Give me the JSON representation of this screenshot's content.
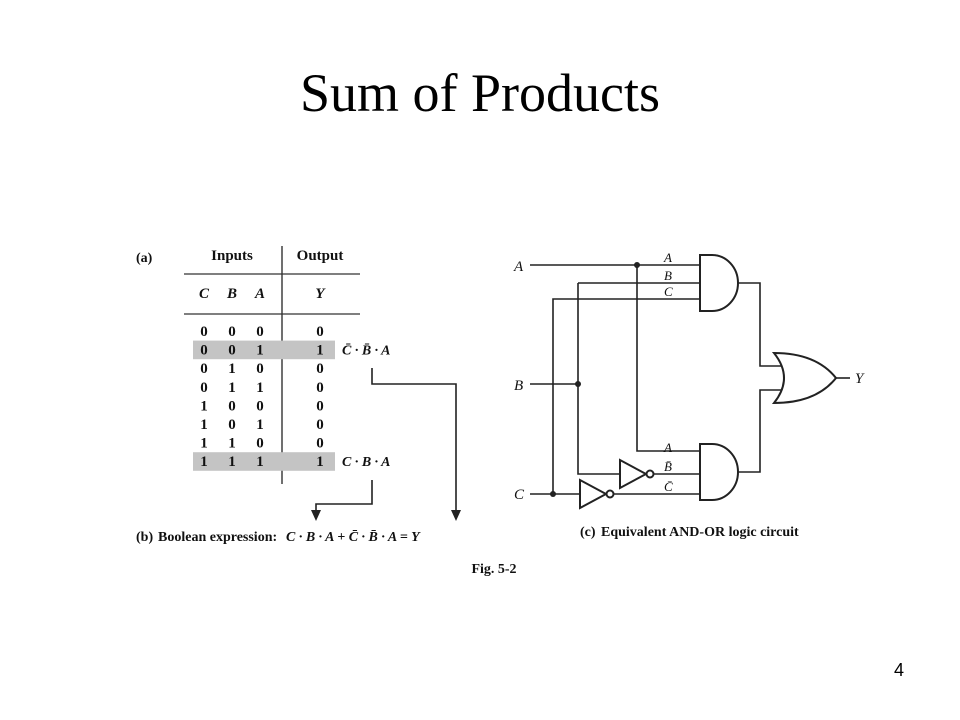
{
  "slide": {
    "title": "Sum of Products",
    "page_number": "4"
  },
  "figure": {
    "caption": "Fig. 5-2",
    "part_a_label": "(a)",
    "part_b_label": "(b)",
    "part_c_label": "(c)",
    "truth_table": {
      "group_headers": [
        "Inputs",
        "Output"
      ],
      "columns": [
        "C",
        "B",
        "A",
        "Y"
      ],
      "rows": [
        {
          "C": "0",
          "B": "0",
          "A": "0",
          "Y": "0",
          "highlighted": false,
          "term": ""
        },
        {
          "C": "0",
          "B": "0",
          "A": "1",
          "Y": "1",
          "highlighted": true,
          "term": "C̄ · B̄ · A"
        },
        {
          "C": "0",
          "B": "1",
          "A": "0",
          "Y": "0",
          "highlighted": false,
          "term": ""
        },
        {
          "C": "0",
          "B": "1",
          "A": "1",
          "Y": "0",
          "highlighted": false,
          "term": ""
        },
        {
          "C": "1",
          "B": "0",
          "A": "0",
          "Y": "0",
          "highlighted": false,
          "term": ""
        },
        {
          "C": "1",
          "B": "0",
          "A": "1",
          "Y": "0",
          "highlighted": false,
          "term": ""
        },
        {
          "C": "1",
          "B": "1",
          "A": "0",
          "Y": "0",
          "highlighted": false,
          "term": ""
        },
        {
          "C": "1",
          "B": "1",
          "A": "1",
          "Y": "1",
          "highlighted": true,
          "term": "C · B · A"
        }
      ]
    },
    "boolean_expression": {
      "label": "Boolean expression:",
      "expression": "C · B · A + C̄ · B̄ · A = Y"
    },
    "circuit": {
      "caption": "Equivalent AND-OR logic circuit",
      "inputs": [
        "A",
        "B",
        "C"
      ],
      "output": "Y",
      "top_gate_pins": [
        "A",
        "B",
        "C"
      ],
      "bottom_gate_pins": [
        "A",
        "B̄",
        "C̄"
      ]
    },
    "colors": {
      "highlight": "#c4c4c4",
      "ink": "#222222"
    }
  }
}
